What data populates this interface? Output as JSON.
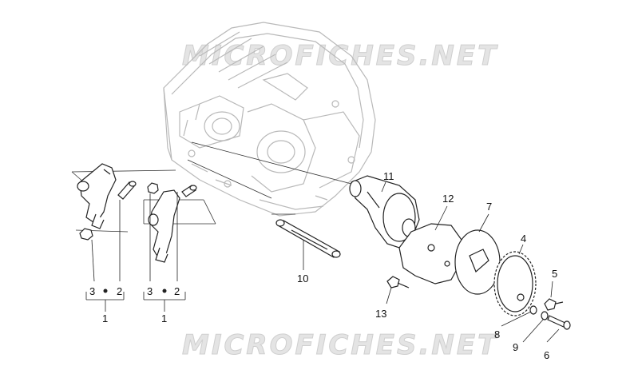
{
  "watermark": {
    "text": "MICROFICHES.NET"
  },
  "callouts": {
    "n1a": "1",
    "n1b": "1",
    "n2a": "2",
    "n2b": "2",
    "n3a": "3",
    "n3b": "3",
    "n4": "4",
    "n5": "5",
    "n6": "6",
    "n7": "7",
    "n8": "8",
    "n9": "9",
    "n10": "10",
    "n11": "11",
    "n12": "12",
    "n13": "13"
  },
  "colors": {
    "line": "#222222",
    "ghost": "#b9b9b9",
    "watermark": "#e4e4e4"
  }
}
